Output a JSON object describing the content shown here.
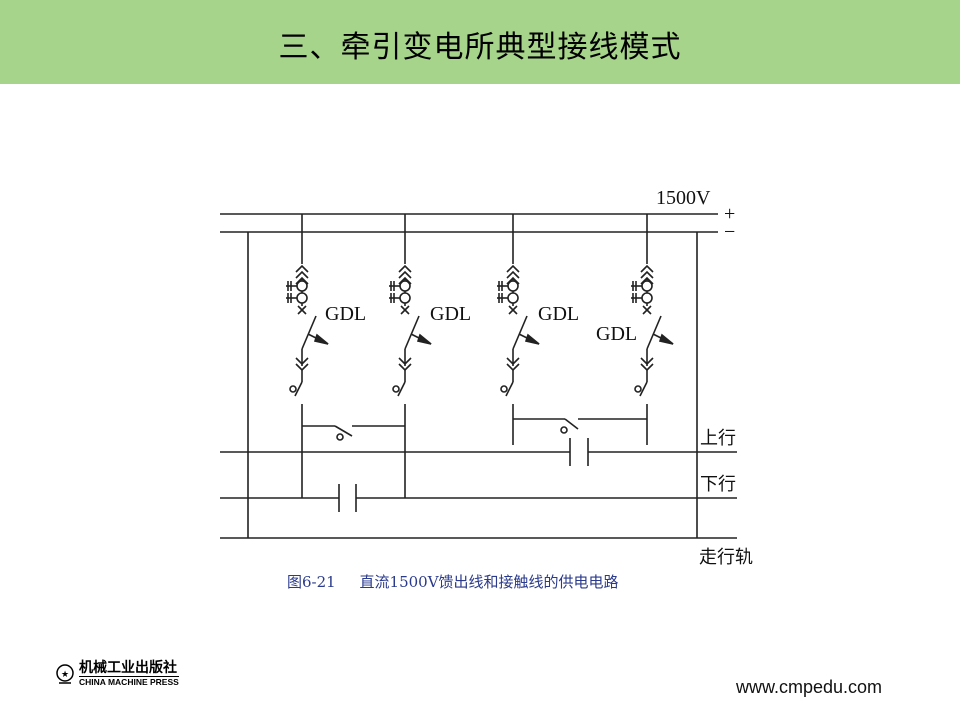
{
  "header": {
    "title": "三、牵引变电所典型接线模式",
    "color": "#a6d48a"
  },
  "diagram": {
    "voltage": "1500V",
    "plus": "+",
    "minus": "−",
    "breaker_labels": [
      "GDL",
      "GDL",
      "GDL",
      "GDL"
    ],
    "up_line": "上行",
    "down_line": "下行",
    "rail": "走行轨"
  },
  "caption": "图6-21     直流1500V馈出线和接触线的供电电路",
  "footer": {
    "publisher_cn": "机械工业出版社",
    "publisher_en": "CHINA MACHINE PRESS",
    "url": "www.cmpedu.com"
  }
}
